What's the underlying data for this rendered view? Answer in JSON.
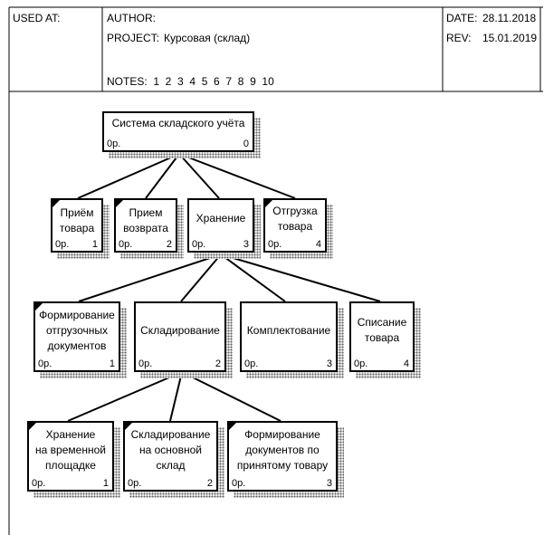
{
  "header": {
    "used_at": "USED AT:",
    "author": "AUTHOR:",
    "project_label": "PROJECT:",
    "project_name": "Курсовая (склад)",
    "notes": "NOTES:  1  2  3  4  5  6  7  8  9  10",
    "date_label": "DATE:",
    "date_value": "28.11.2018",
    "rev_label": "REV:",
    "rev_value": "15.01.2019"
  },
  "nodes": {
    "root": {
      "title": "Система складского учёта",
      "cost": "0р.",
      "num": "0"
    },
    "n1": {
      "title": "Приём\nтовара",
      "cost": "0р.",
      "num": "1"
    },
    "n2": {
      "title": "Прием\nвозврата",
      "cost": "0р.",
      "num": "2"
    },
    "n3": {
      "title": "Хранение",
      "cost": "0р.",
      "num": "3"
    },
    "n4": {
      "title": "Отгрузка\nтовара",
      "cost": "0р.",
      "num": "4"
    },
    "n31": {
      "title": "Формирование\nотгрузочных\nдокументов",
      "cost": "0р.",
      "num": "1"
    },
    "n32": {
      "title": "Складирование",
      "cost": "0р.",
      "num": "2"
    },
    "n33": {
      "title": "Комплектование",
      "cost": "0р.",
      "num": "3"
    },
    "n34": {
      "title": "Списание\nтовара",
      "cost": "0р.",
      "num": "4"
    },
    "n321": {
      "title": "Хранение\nна временной\nплощадке",
      "cost": "0р.",
      "num": "1"
    },
    "n322": {
      "title": "Складирование\nна основной\nсклад",
      "cost": "0р.",
      "num": "2"
    },
    "n323": {
      "title": "Формирование\nдокументов по\nпринятому товару",
      "cost": "0р.",
      "num": "3"
    }
  }
}
